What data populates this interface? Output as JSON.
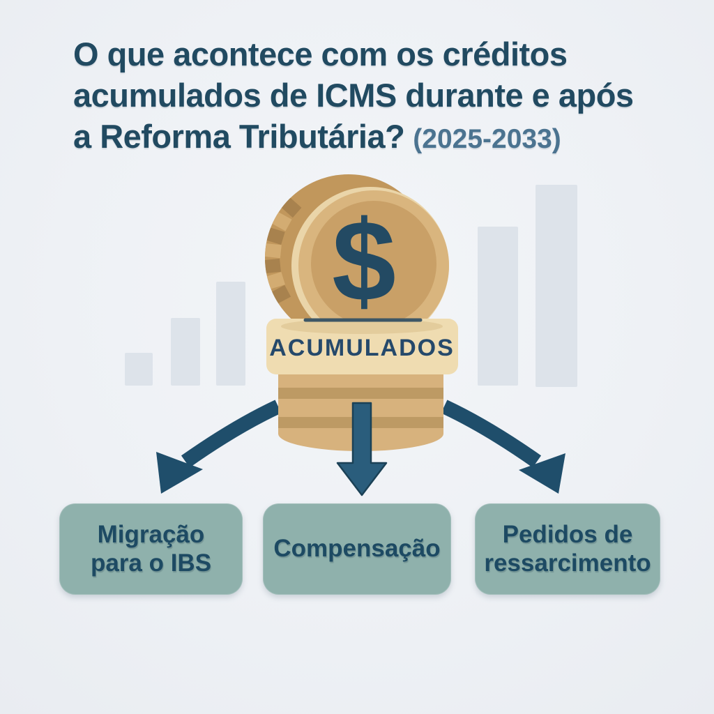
{
  "title": {
    "line1": "O que acontece com os créditos",
    "line2": "acumulados de ICMS durante e após",
    "line3": "a Reforma Tributária?",
    "period": "(2025-2033)"
  },
  "coin": {
    "currency_symbol": "$",
    "label": "ACUMULADOS"
  },
  "outcomes": [
    {
      "label": "Migração\npara o IBS"
    },
    {
      "label": "Compensação"
    },
    {
      "label": "Pedidos de\nressarcimento"
    }
  ],
  "colors": {
    "title_text": "#214a61",
    "period_text": "#4b7390",
    "decor_bar_fill": "#dde3ea",
    "coin_edge": "#c1975c",
    "coin_edge_ridge_dark": "#a8824e",
    "coin_edge_ridge_light": "#d3ac72",
    "coin_rim_light": "#ead5a9",
    "coin_rim": "#d9b57e",
    "coin_face": "#c9a067",
    "dollar_sign": "#234a63",
    "banner_fill": "#efdcb1",
    "banner_text": "#25496b",
    "stack_fill": "#d7b27d",
    "stack_stripe": "#bd9a64",
    "arrow_center_fill": "#2a5d7c",
    "arrow_outline": "#1b4156",
    "arrow_side_fill": "#1f4e6b",
    "outcome_box_fill": "#8fb1ac",
    "outcome_text": "#1d4a63"
  }
}
